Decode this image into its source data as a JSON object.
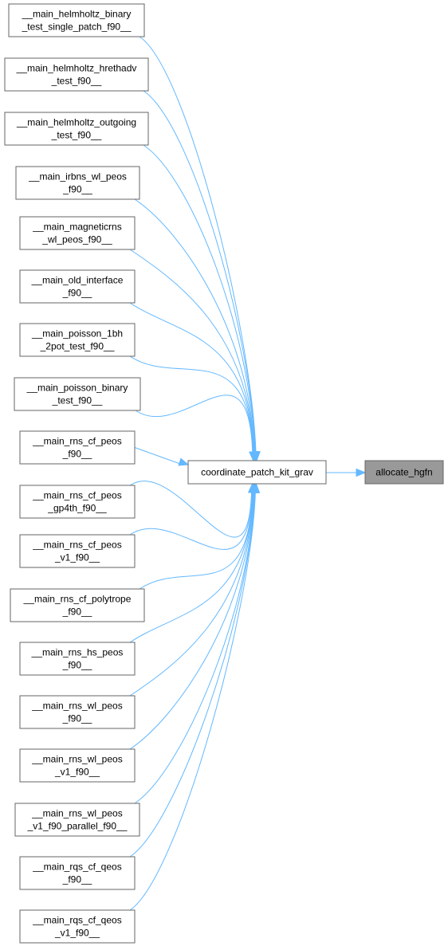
{
  "colors": {
    "edge": "#63b8ff",
    "node_border": "#666666",
    "focus_node_fill": "#999999",
    "node_fill": "#ffffff"
  },
  "callers": [
    {
      "id": "c1",
      "lines": [
        "__main_helmholtz_binary",
        "_test_single_patch_f90__"
      ]
    },
    {
      "id": "c2",
      "lines": [
        "__main_helmholtz_hrethadv",
        "_test_f90__"
      ]
    },
    {
      "id": "c3",
      "lines": [
        "__main_helmholtz_outgoing",
        "_test_f90__"
      ]
    },
    {
      "id": "c4",
      "lines": [
        "__main_irbns_wl_peos",
        "_f90__"
      ]
    },
    {
      "id": "c5",
      "lines": [
        "__main_magneticrns",
        "_wl_peos_f90__"
      ]
    },
    {
      "id": "c6",
      "lines": [
        "__main_old_interface",
        "_f90__"
      ]
    },
    {
      "id": "c7",
      "lines": [
        "__main_poisson_1bh",
        "_2pot_test_f90__"
      ]
    },
    {
      "id": "c8",
      "lines": [
        "__main_poisson_binary",
        "_test_f90__"
      ]
    },
    {
      "id": "c9",
      "lines": [
        "__main_rns_cf_peos",
        "_f90__"
      ]
    },
    {
      "id": "c10",
      "lines": [
        "__main_rns_cf_peos",
        "_gp4th_f90__"
      ]
    },
    {
      "id": "c11",
      "lines": [
        "__main_rns_cf_peos",
        "_v1_f90__"
      ]
    },
    {
      "id": "c12",
      "lines": [
        "__main_rns_cf_polytrope",
        "_f90__"
      ]
    },
    {
      "id": "c13",
      "lines": [
        "__main_rns_hs_peos",
        "_f90__"
      ]
    },
    {
      "id": "c14",
      "lines": [
        "__main_rns_wl_peos",
        "_f90__"
      ]
    },
    {
      "id": "c15",
      "lines": [
        "__main_rns_wl_peos",
        "_v1_f90__"
      ]
    },
    {
      "id": "c16",
      "lines": [
        "__main_rns_wl_peos",
        "_v1_f90_parallel_f90__"
      ]
    },
    {
      "id": "c17",
      "lines": [
        "__main_rqs_cf_qeos",
        "_f90__"
      ]
    },
    {
      "id": "c18",
      "lines": [
        "__main_rqs_cf_qeos",
        "_v1_f90__"
      ]
    }
  ],
  "center": {
    "id": "center",
    "lines": [
      "coordinate_patch_kit_grav"
    ]
  },
  "target": {
    "id": "target",
    "lines": [
      "allocate_hgfn"
    ]
  }
}
